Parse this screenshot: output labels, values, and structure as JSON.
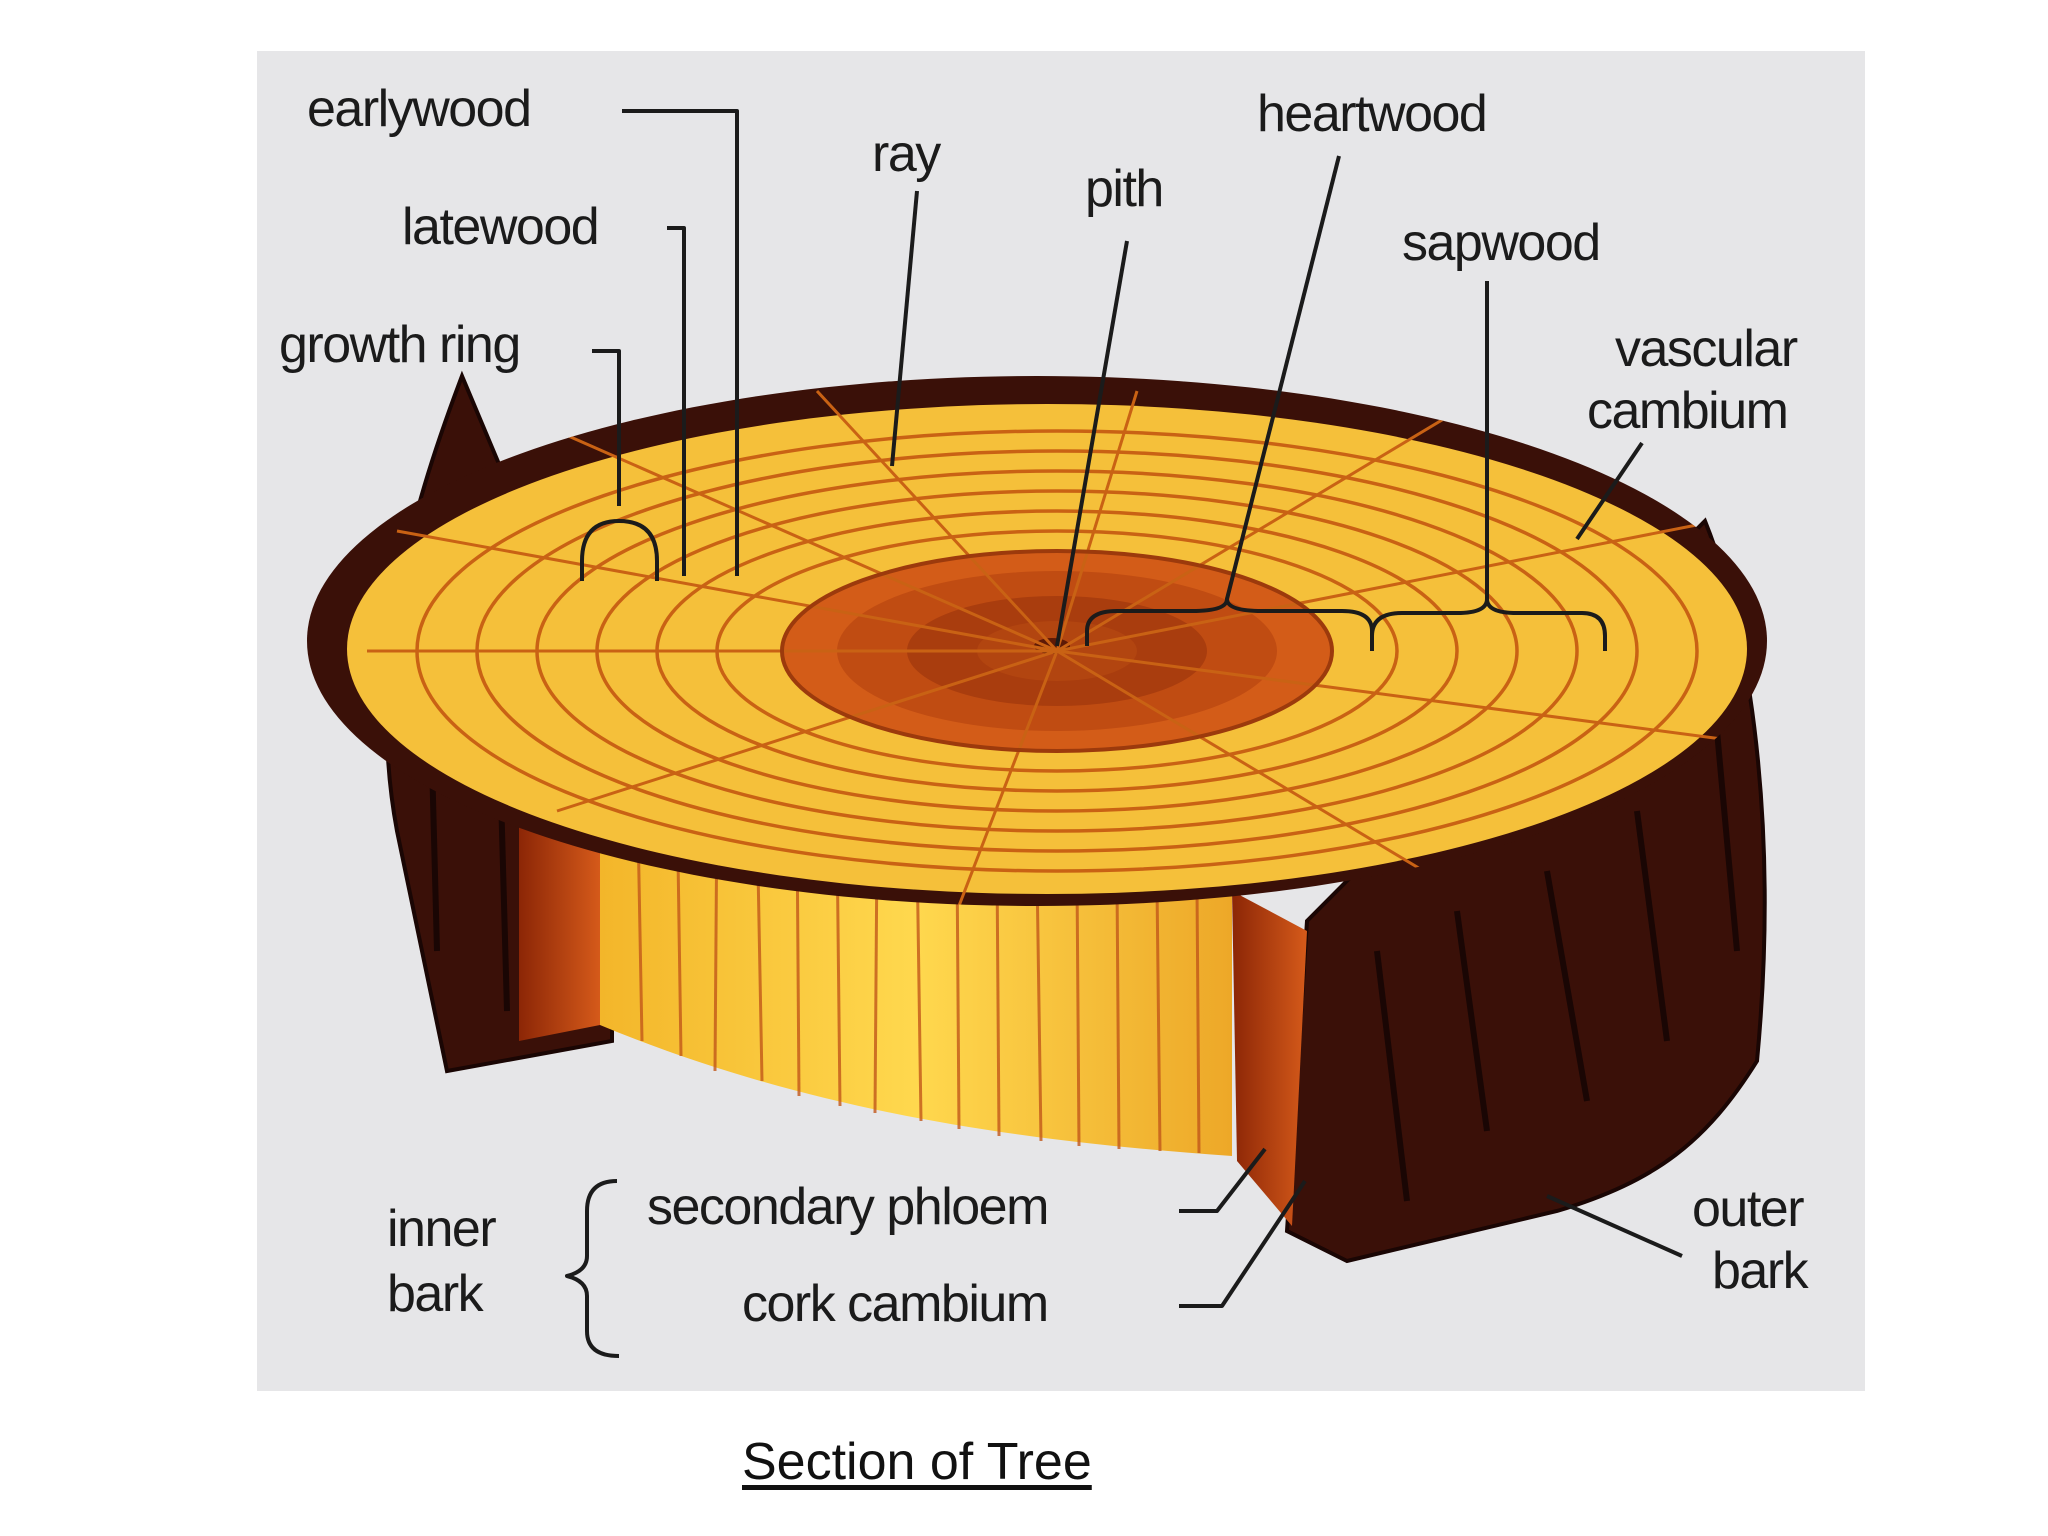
{
  "caption": "Section of Tree",
  "labels": {
    "earlywood": "earlywood",
    "latewood": "latewood",
    "growth_ring": "growth ring",
    "ray": "ray",
    "pith": "pith",
    "heartwood": "heartwood",
    "sapwood": "sapwood",
    "vascular": "vascular",
    "cambium": "cambium",
    "inner": "inner",
    "bark": "bark",
    "secondary_phloem": "secondary phloem",
    "cork_cambium": "cork cambium",
    "outer": "outer",
    "outer_bark_line2": "bark"
  },
  "colors": {
    "background": "#e6e6e8",
    "bark": "#3a1008",
    "sapwood": "#f7c640",
    "heartwood": "#d35c18",
    "lines": "#1b1b1b"
  }
}
